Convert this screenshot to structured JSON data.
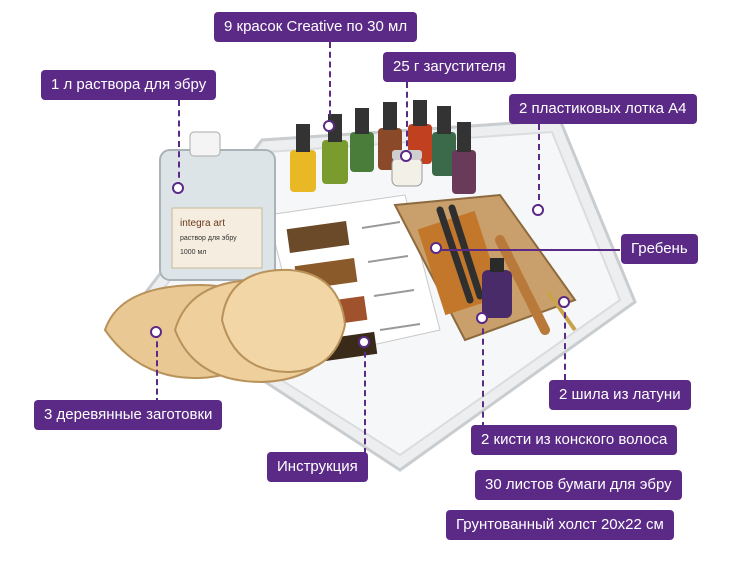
{
  "labels": {
    "paints": "9 красок Creative по 30 мл",
    "solution": "1 л раствора для эбру",
    "thickener": "25 г загустителя",
    "trays": "2 пластиковых лотка А4",
    "comb": "Гребень",
    "wood": "3 деревянные заготовки",
    "awls": "2 шила из латуни",
    "brushes": "2 кисти из конского волоса",
    "instruction": "Инструкция",
    "paper": "30 листов бумаги для эбру",
    "canvas": "Грунтованный холст 20х22 см"
  },
  "product": {
    "bottle_brand": "integra art",
    "bottle_caption": "раствор для эбру",
    "bottle_volume": "1000 мл"
  },
  "colors": {
    "accent": "#5b2a86",
    "label_text": "#ffffff"
  }
}
